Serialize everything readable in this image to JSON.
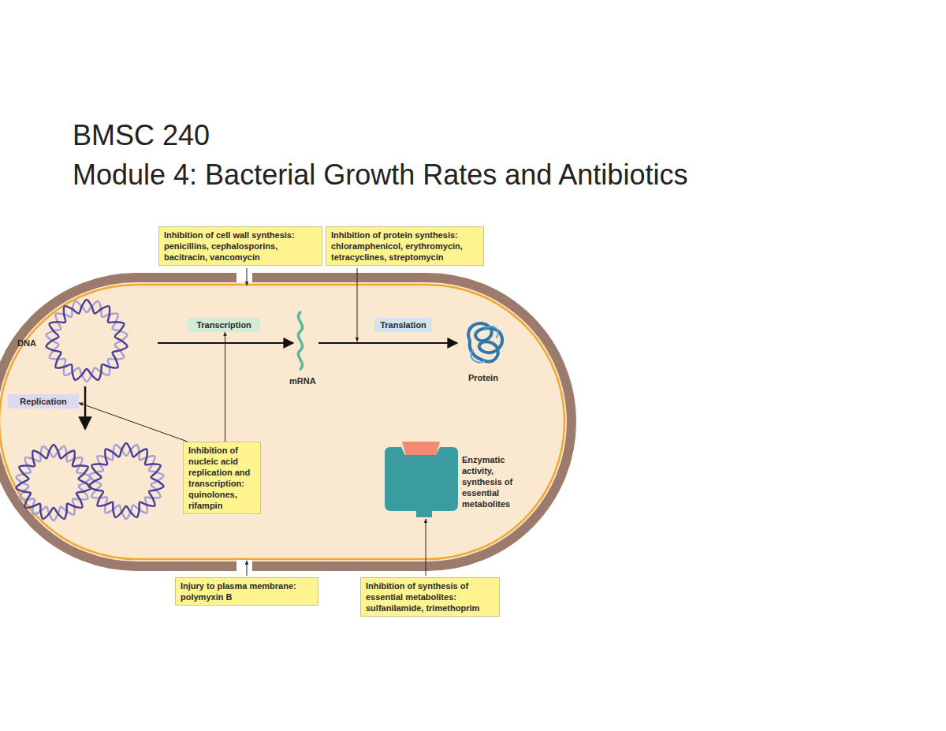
{
  "diagram": {
    "title": "BMSC 240",
    "nodes": [
      {
        "text": [
          "Inhibition of cell wall synthesis: penicillins, cephalosporins, bacitracin, vancomycin"
        ]
      },
      {
        "text": [
          "Inhibition of protein synthesis: chloramphenicol, erythromycin, tetracyclines, streptomycin"
        ]
      },
      {
        "text": [
          "Transcription"
        ]
      },
      {
        "text": [
          "Translation"
        ]
      },
      {
        "text": [
          "Replication"
        ]
      },
      {
        "text": [
          "Inhibition of nucleic acid replication and transcription: quinolones, rifampin"
        ]
      },
      {
        "text": [
          "Injury to plasma membrane: polymyxin B"
        ]
      },
      {
        "text": [
          "Inhibition of synthesis of essential metabolites: sulfanilamide, trimethoprim"
        ]
      }
    ],
    "edges": [
      {
        "from": 5,
        "to": 4,
        "arrow": "to"
      },
      {
        "from": 5,
        "to": 2,
        "arrow": "to"
      }
    ],
    "labels": [
      "Module 4: Bacterial Growth Rates and Antibiotics",
      "DNA",
      "mRNA",
      "Protein",
      "Enzymatic activity, synthesis of essential metabolites"
    ]
  }
}
